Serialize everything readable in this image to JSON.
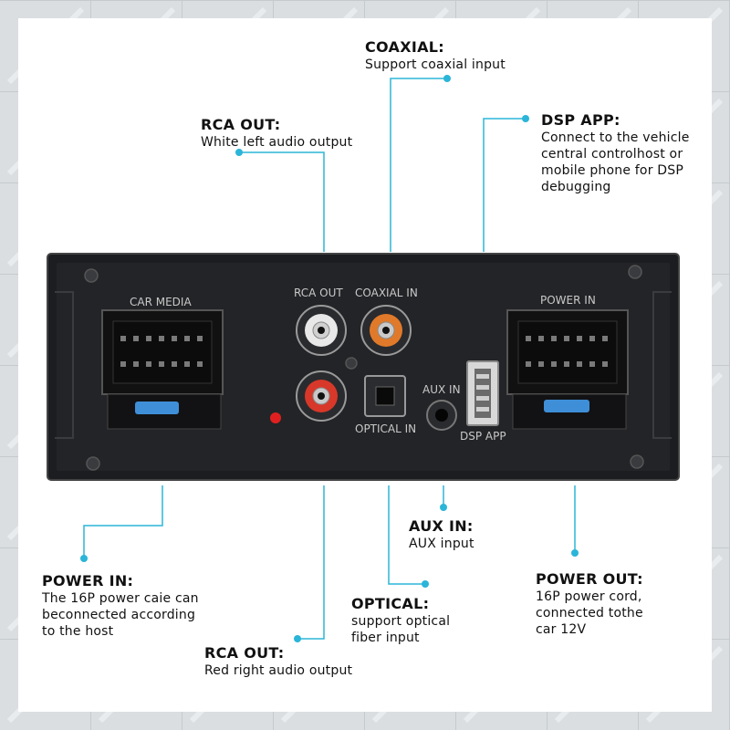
{
  "callouts": {
    "coaxial": {
      "title": "COAXIAL:",
      "lines": [
        "Support coaxial input"
      ]
    },
    "rca_left": {
      "title": "RCA OUT:",
      "lines": [
        "White left audio output"
      ]
    },
    "dsp_app": {
      "title": "DSP APP:",
      "lines": [
        "Connect to the vehicle",
        "central controlhost or",
        "mobile phone for DSP",
        "debugging"
      ]
    },
    "aux_in": {
      "title": "AUX IN:",
      "lines": [
        "AUX input"
      ]
    },
    "power_in": {
      "title": "POWER IN:",
      "lines": [
        "The 16P power caie can",
        "beconnected according",
        "to the host"
      ]
    },
    "optical": {
      "title": "OPTICAL:",
      "lines": [
        "support optical",
        "fiber input"
      ]
    },
    "power_out": {
      "title": "POWER OUT:",
      "lines": [
        "16P power cord,",
        "connected tothe",
        "car 12V"
      ]
    },
    "rca_right": {
      "title": "RCA OUT:",
      "lines": [
        "Red right audio output"
      ]
    }
  },
  "panel_labels": {
    "car_media": "CAR MEDIA",
    "rca_out": "RCA OUT",
    "coaxial_in": "COAXIAL IN",
    "power_in": "POWER IN",
    "aux_in": "AUX IN",
    "optical_in": "OPTICAL IN",
    "dsp_app": "DSP APP"
  },
  "colors": {
    "accent": "#2bb5d8",
    "panel": "#1f2023",
    "panel_label": "#c9c9c9",
    "rca_white": "#e8e8e8",
    "rca_red": "#d8382a",
    "coax_orange": "#e07a2a",
    "fuse_blue": "#3f8fd8"
  }
}
